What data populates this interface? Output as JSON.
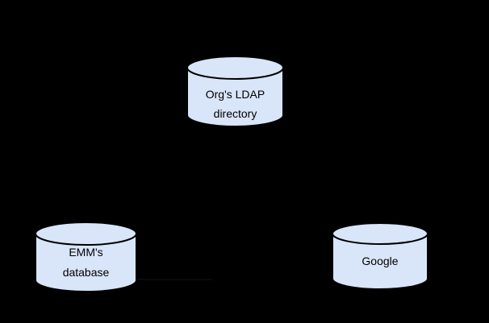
{
  "canvas": {
    "width": "606",
    "height": "401",
    "background": "#000000"
  },
  "diagram": {
    "type": "database-sync-diagram",
    "node_fill": "#d9e5f8",
    "node_stroke": "#000000",
    "text_color": "#000000",
    "faint_edge_color": "#0e0e0e",
    "nodes": [
      {
        "id": "orgs-ldap-directory",
        "shape": "database-cylinder",
        "line1": "Org's LDAP",
        "line2": "directory"
      },
      {
        "id": "emms-database",
        "shape": "database-cylinder",
        "line1": "EMM's",
        "line2": "database"
      },
      {
        "id": "google",
        "shape": "database-cylinder",
        "line1": "Google"
      }
    ]
  }
}
